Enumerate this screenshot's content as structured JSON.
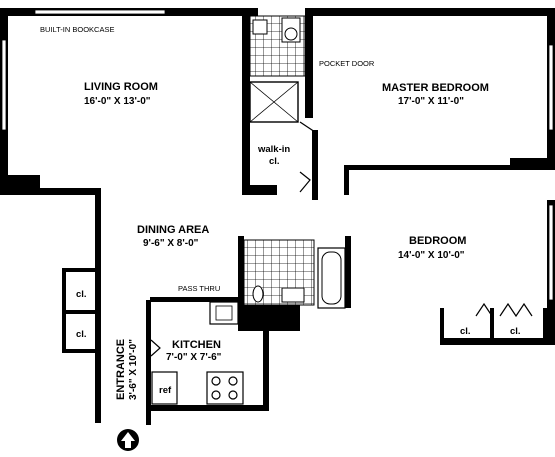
{
  "rooms": {
    "living_room": {
      "name": "LIVING ROOM",
      "size": "16'-0\" X 13'-0\""
    },
    "master_bedroom": {
      "name": "MASTER BEDROOM",
      "size": "17'-0\" X 11'-0\""
    },
    "dining_area": {
      "name": "DINING AREA",
      "size": "9'-6\" X 8'-0\""
    },
    "bedroom": {
      "name": "BEDROOM",
      "size": "14'-0\" X 10'-0\""
    },
    "kitchen": {
      "name": "KITCHEN",
      "size": "7'-0\" X 7'-6\""
    },
    "entrance": {
      "name": "ENTRANCE",
      "size": "3'-6\" X 10'-0\""
    }
  },
  "labels": {
    "bookcase": "BUILT-IN BOOKCASE",
    "pocket_door": "POCKET DOOR",
    "walk_in": "walk-in",
    "walk_in_closet": "cl.",
    "pass_thru": "PASS THRU",
    "closet_entry_upper": "cl.",
    "closet_entry_lower": "cl.",
    "closet_bed_left": "cl.",
    "closet_bed_right": "cl.",
    "ref": "ref"
  },
  "icons": {
    "entrance_arrow": "up-arrow-in-circle-icon"
  }
}
